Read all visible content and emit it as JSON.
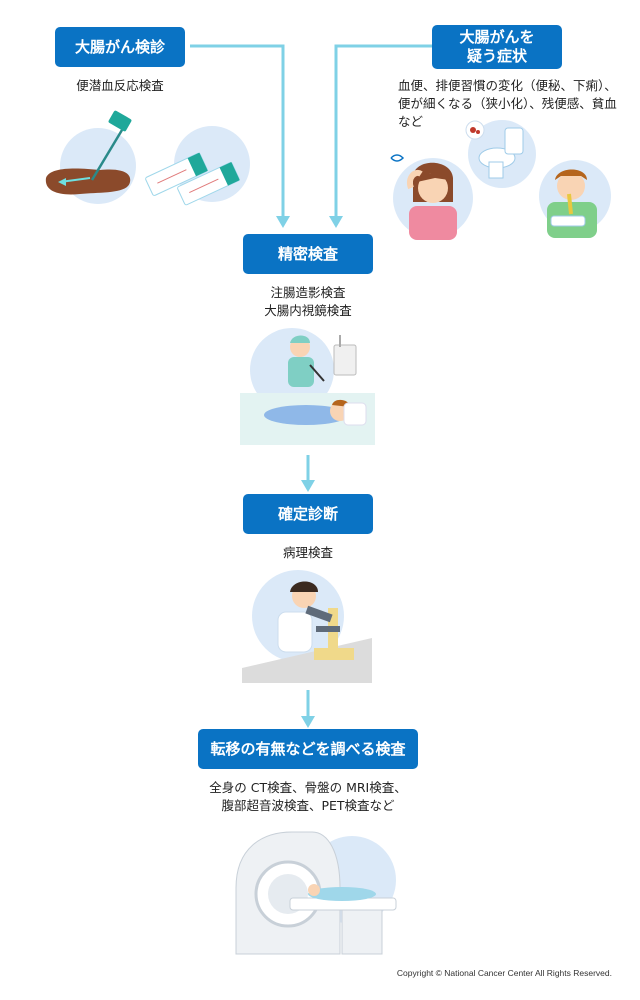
{
  "steps": {
    "screening": {
      "label": "大腸がん検診",
      "desc": "便潜血反応検査"
    },
    "symptoms": {
      "label_line1": "大腸がんを",
      "label_line2": "疑う症状",
      "desc_line1": "血便、排便習慣の変化（便秘、下痢）、",
      "desc_line2": "便が細くなる（狭小化）、残便感、貧血",
      "desc_line3": "など"
    },
    "detailed": {
      "label": "精密検査",
      "desc_line1": "注腸造影検査",
      "desc_line2": "大腸内視鏡検査"
    },
    "diagnosis": {
      "label": "確定診断",
      "desc": "病理検査"
    },
    "metastasis": {
      "label": "転移の有無などを調べる検査",
      "desc_line1": "全身の CT検査、骨盤の MRI検査、",
      "desc_line2": "腹部超音波検査、PET検査など"
    }
  },
  "copyright": "Copyright © National Cancer Center All Rights Reserved.",
  "colors": {
    "box": "#0a73c4",
    "arrow": "#7fd1e6",
    "circle": "#dbe9f8",
    "floor": "#e3f3f2"
  }
}
